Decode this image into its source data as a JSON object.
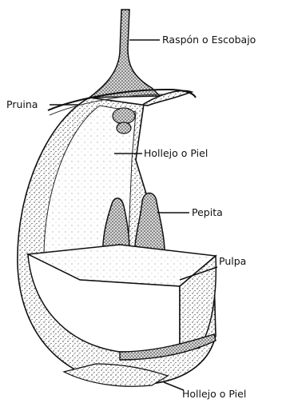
{
  "labels": {
    "stem": "Raspón o Escobajo",
    "bloom": "Pruina",
    "skin_upper": "Hollejo o Piel",
    "seed": "Pepita",
    "pulp": "Pulpa",
    "skin_lower": "Hollejo o Piel"
  }
}
